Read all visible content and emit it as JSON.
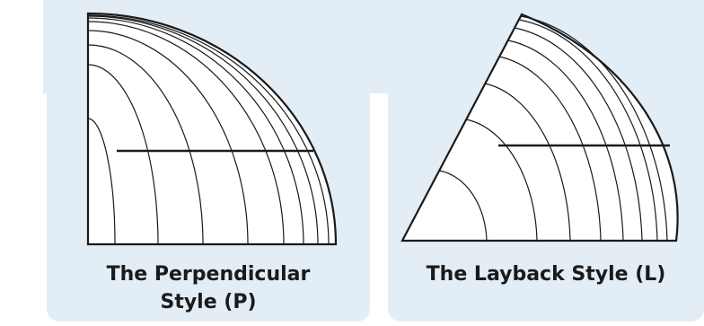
{
  "panels": [
    {
      "caption_line1": "The Perpendicular",
      "caption_line2": "Style (P)"
    },
    {
      "caption_line1": "The Layback Style (L)",
      "caption_line2": ""
    }
  ],
  "colors": {
    "panel_bg": "#e2edf6",
    "stroke": "#1a1a1a",
    "fill": "#ffffff"
  }
}
